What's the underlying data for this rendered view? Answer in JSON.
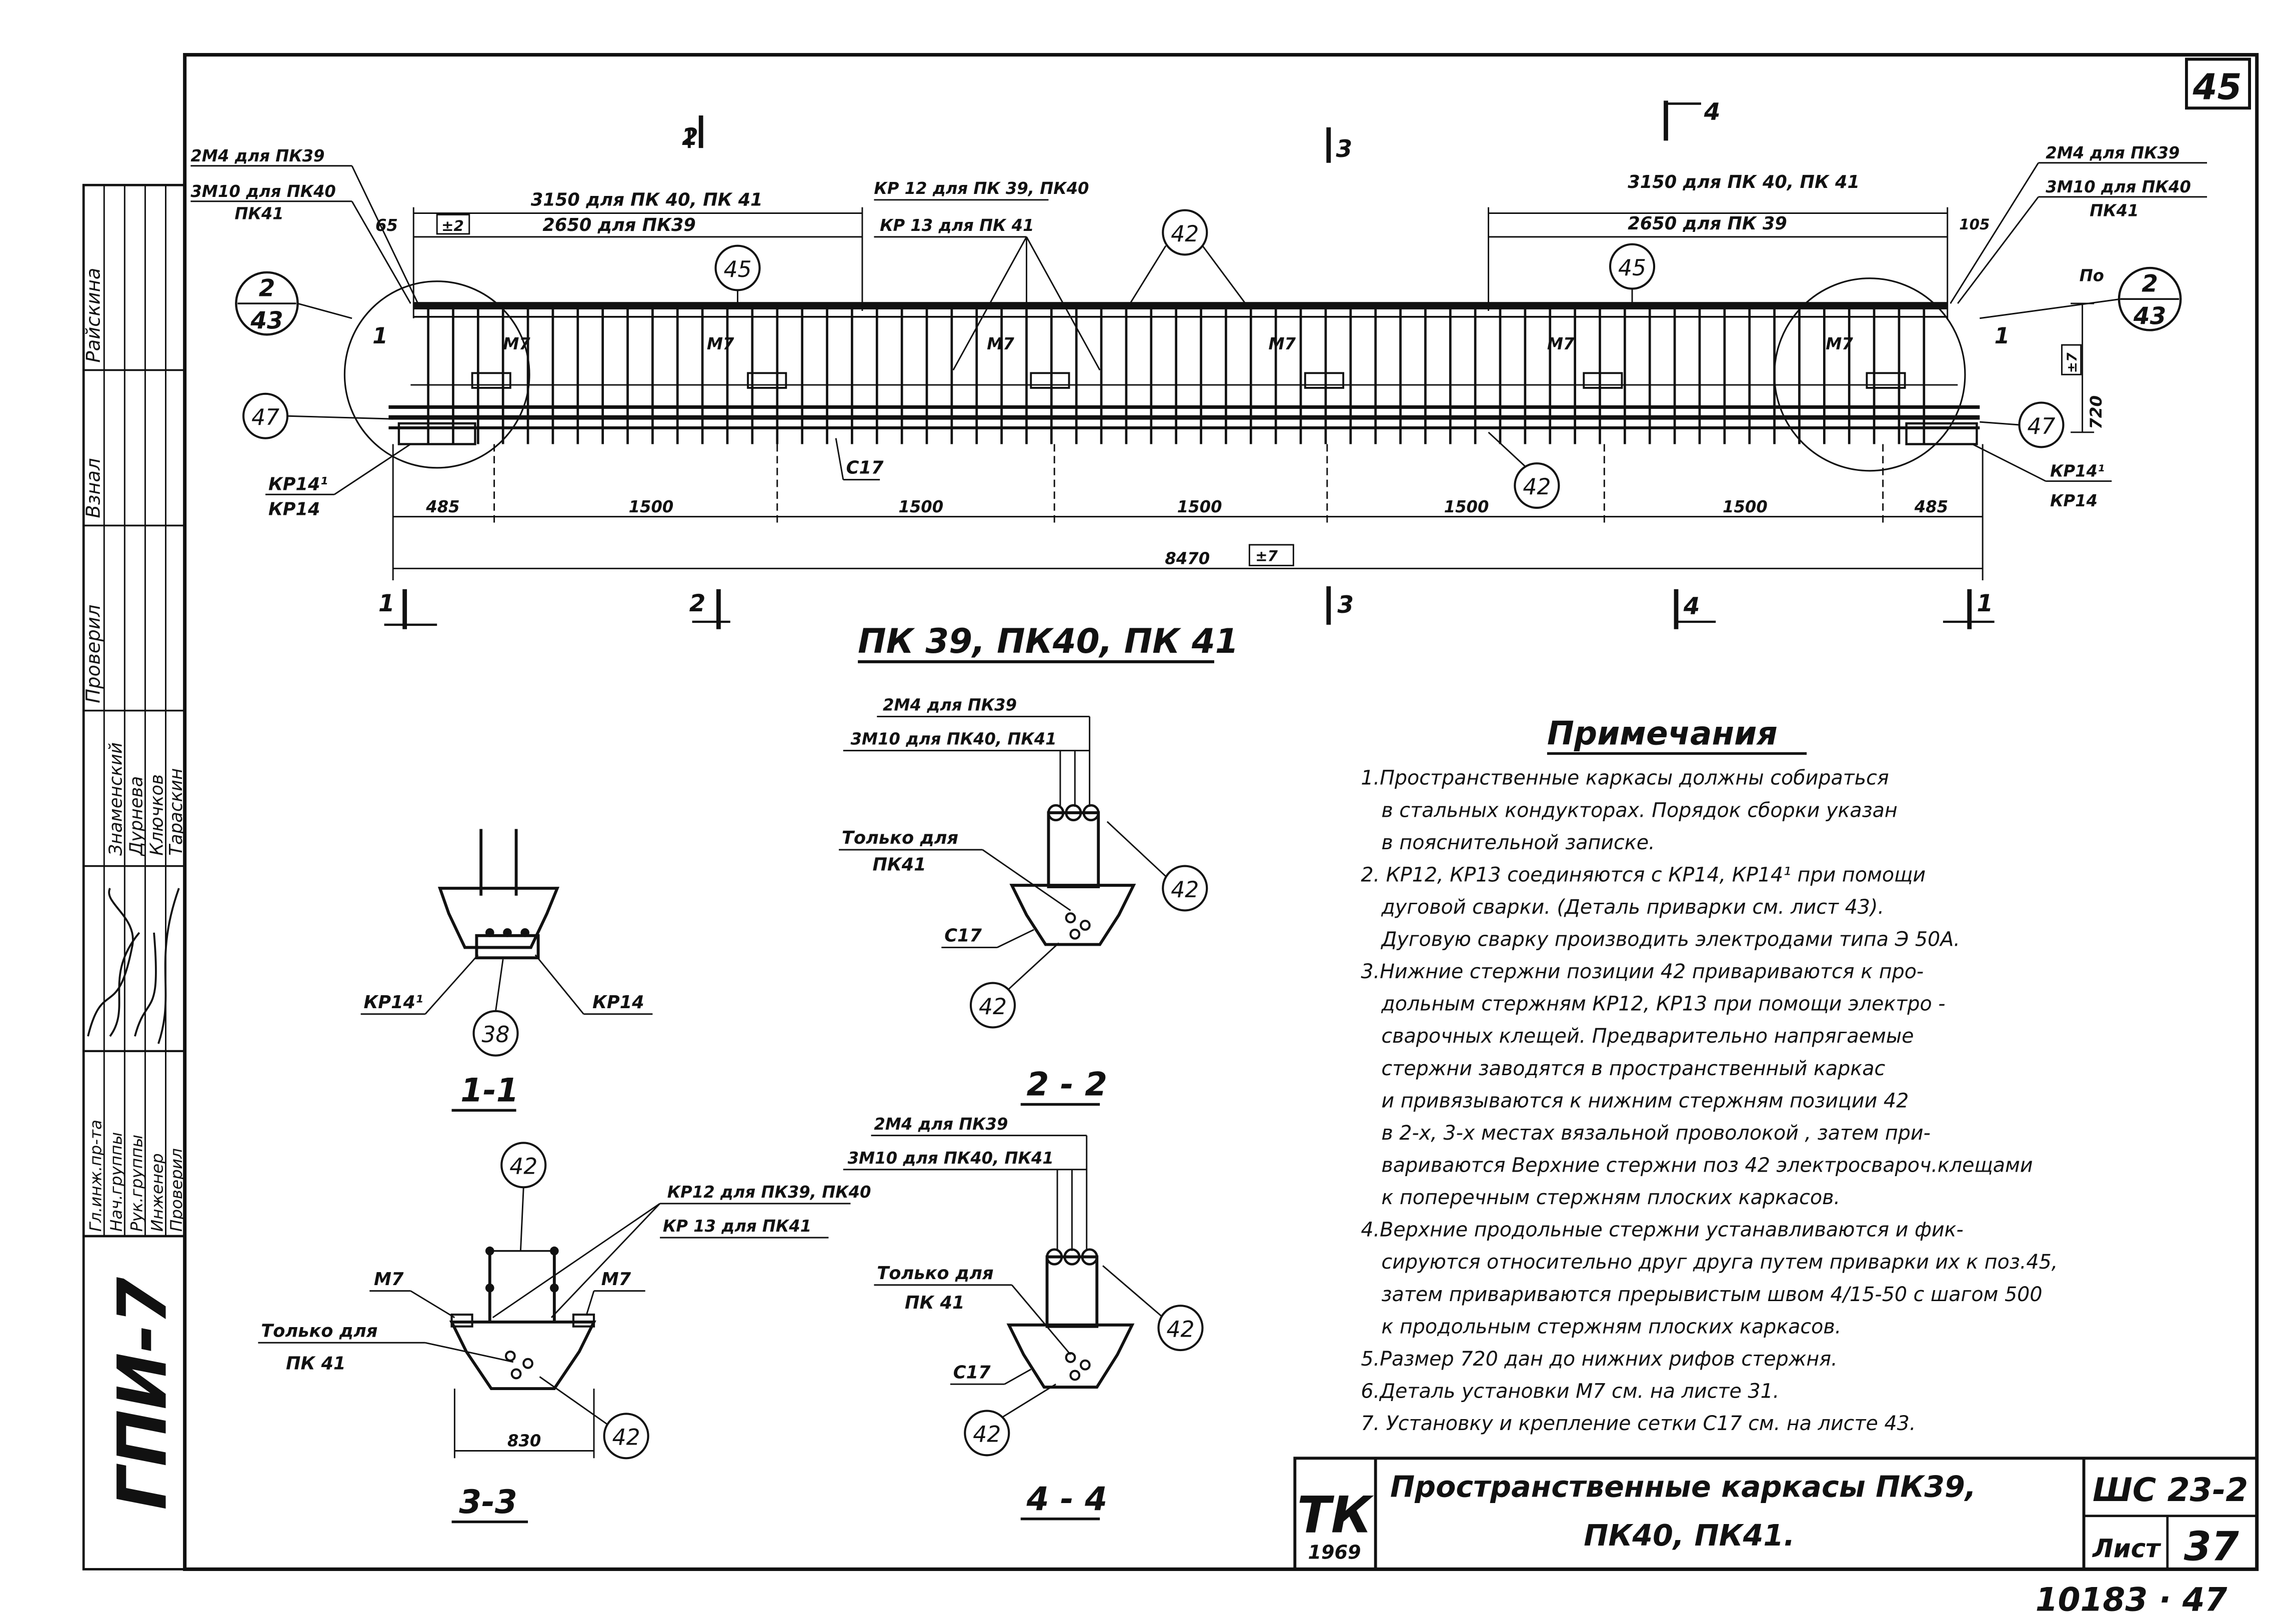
{
  "sheet": {
    "corner_number": "45",
    "archive_number": "10183 · 47",
    "side_series": "ГПИ-7"
  },
  "side_stamp": {
    "roles": [
      "Гл.инж.пр-та",
      "Нач.группы",
      "Рук.группы",
      "Инженер",
      "Проверил"
    ],
    "names": [
      "Знаменский",
      "Дурнева",
      "Ключков",
      "Тараскин"
    ],
    "top_labels": [
      "Проверил",
      "Взнал",
      "Райскина"
    ]
  },
  "main_view": {
    "title": "ПК 39, ПК40, ПК 41",
    "left_top_callout_1": "2М4 для ПК39",
    "left_top_callout_2": "3М10 для ПК40",
    "left_top_callout_3": "ПК41",
    "right_top_callout_1": "2М4 для ПК39",
    "right_top_callout_2": "3М10 для ПК40",
    "right_top_callout_3": "ПК41",
    "dim_left_upper": "3150  для  ПК 40, ПК 41",
    "dim_left_lower": "2650  для  ПК39",
    "dim_right_upper": "3150  для  ПК 40, ПК 41",
    "dim_right_lower": "2650  для  ПК 39",
    "tolerance_mark": "±2",
    "tolerance_mark_7": "±7",
    "kr12_callout": "КР 12 для ПК 39, ПК40",
    "kr13_callout": "КР 13  для  ПК 41",
    "left_offset": "65",
    "right_offset": "105",
    "height_dim": "720",
    "bottom_dims": [
      "485",
      "1500",
      "1500",
      "1500",
      "1500",
      "1500",
      "485"
    ],
    "overall_dim": "8470",
    "mesh_label": "С17",
    "kr14_label_1": "КР14¹",
    "kr14_label_2": "КР14",
    "m7_label": "М7",
    "right_detail_ref": "По",
    "detail_ref_top": "2",
    "detail_ref_bottom": "43",
    "section_labels": [
      "1",
      "2",
      "3",
      "4",
      "1"
    ],
    "position_marks": [
      "45",
      "42",
      "47"
    ]
  },
  "sections": {
    "s11": {
      "title": "1-1",
      "left_label": "КР14¹",
      "right_label": "КР14",
      "mark": "38"
    },
    "s22": {
      "title": "2 - 2",
      "top_1": "2М4  для  ПК39",
      "top_2": "3М10 для ПК40, ПК41",
      "only_1": "Только  для",
      "only_2": "ПК41",
      "mesh": "С17",
      "mark": "42"
    },
    "s33": {
      "title": "3-3",
      "kr12": "КР12 для ПК39, ПК40",
      "kr13": "КР 13  для  ПК41",
      "m7_left": "М7",
      "m7_right": "М7",
      "only_1": "Только  для",
      "only_2": "ПК 41",
      "width": "830",
      "mark": "42"
    },
    "s44": {
      "title": "4 - 4",
      "top_1": "2М4  для  ПК39",
      "top_2": "3М10 для ПК40, ПК41",
      "only_1": "Только  для",
      "only_2": "ПК 41",
      "mesh": "С17",
      "mark": "42"
    }
  },
  "notes": {
    "heading": "Примечания",
    "lines": [
      "1.Пространственные каркасы должны собираться",
      "в стальных  кондукторах. Порядок сборки указан",
      "в пояснительной  записке.",
      "2. КР12, КР13  соединяются  с КР14, КР14¹ при помощи",
      "дуговой   сварки. (Деталь приварки  см. лист 43).",
      "Дуговую  сварку  производить электродами типа Э 50А.",
      "3.Нижние  стержни   позиции  42 привариваются к про-",
      "дольным   стержням  КР12, КР13  при помощи электро -",
      "сварочных  клещей. Предварительно напрягаемые",
      "стержни  заводятся  в пространственный каркас",
      "и привязываются  к нижним стержням позиции 42",
      "в 2-х, 3-х местах  вязальной  проволокой , затем при-",
      "вариваются   Верхние стержни  поз 42 электросвароч.клещами",
      "к поперечным стержням плоских каркасов.",
      "4.Верхние  продольные  стержни  устанавливаются и фик-",
      "сируются относительно друг друга путем приварки их к поз.45,",
      "затем привариваются прерывистым швом 4/15-50 с шагом  500",
      "к продольным стержням плоских  каркасов.",
      "5.Размер  720 дан  до нижних  рифов  стержня.",
      "6.Деталь  установки  М7  см.  на  листе  31.",
      "7. Установку   и   крепление  сетки  С17 см. на листе 43."
    ]
  },
  "title_block": {
    "logo": "ТК",
    "year": "1969",
    "title_line_1": "Пространственные каркасы ПК39,",
    "title_line_2": "ПК40, ПК41.",
    "series_code": "ШС 23-2",
    "sheet_label": "Лист",
    "sheet_number": "37"
  }
}
